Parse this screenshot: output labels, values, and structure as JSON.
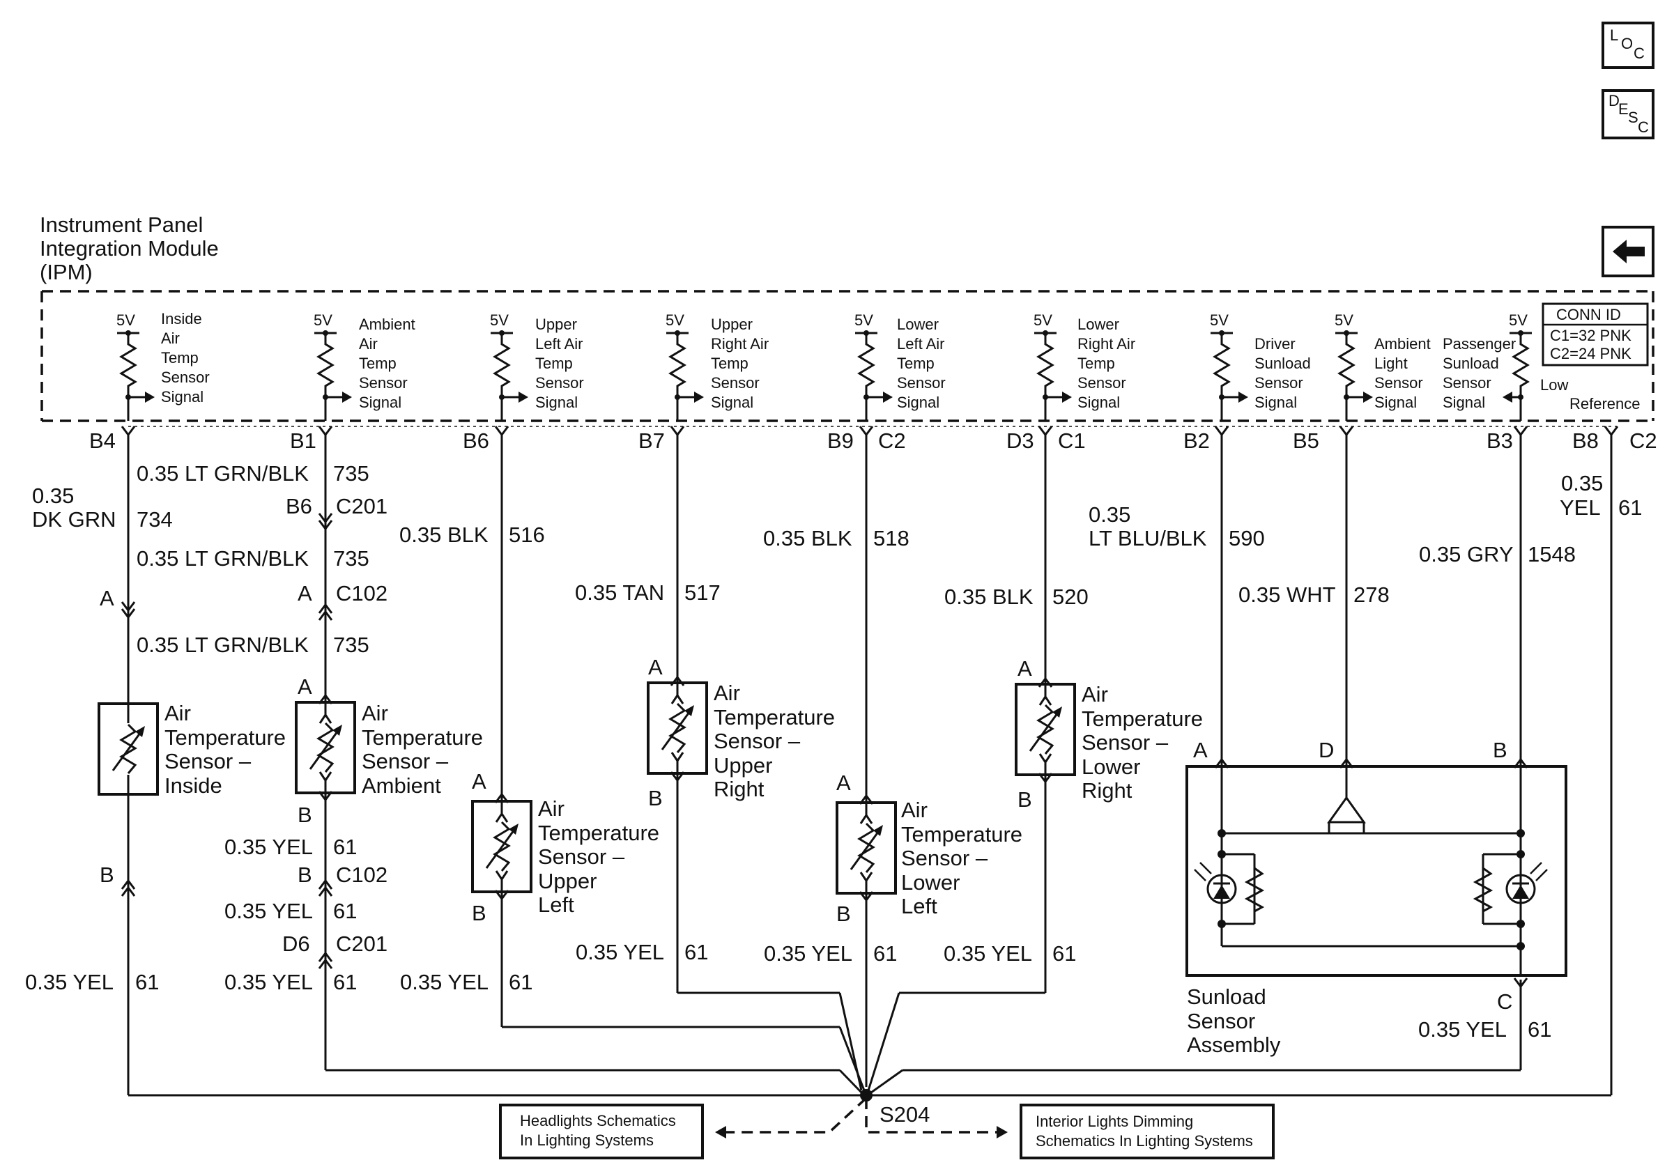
{
  "module": {
    "title_lines": [
      "Instrument Panel",
      "Integration Module",
      "(IPM)"
    ],
    "conn_id": {
      "title": "CONN ID",
      "c1": "C1=32 PNK",
      "c2": "C2=24 PNK"
    },
    "low_reference": [
      "Low",
      "Reference"
    ],
    "supply_label": "5V"
  },
  "nav_icons": {
    "loc": "LOC",
    "desc": "DESC",
    "back": "back-arrow-icon"
  },
  "internal_signals": [
    [
      "Inside",
      "Air",
      "Temp",
      "Sensor",
      "Signal"
    ],
    [
      "Ambient",
      "Air",
      "Temp",
      "Sensor",
      "Signal"
    ],
    [
      "Upper",
      "Left Air",
      "Temp",
      "Sensor",
      "Signal"
    ],
    [
      "Upper",
      "Right Air",
      "Temp",
      "Sensor",
      "Signal"
    ],
    [
      "Lower",
      "Left Air",
      "Temp",
      "Sensor",
      "Signal"
    ],
    [
      "Lower",
      "Right Air",
      "Temp",
      "Sensor",
      "Signal"
    ],
    [
      "Driver",
      "Sunload",
      "Sensor",
      "Signal"
    ],
    [
      "Ambient",
      "Light",
      "Sensor",
      "Signal"
    ],
    [
      "Passenger",
      "Sunload",
      "Sensor",
      "Signal"
    ]
  ],
  "pins": [
    "B4",
    "B1",
    "B6",
    "B7",
    "B9",
    "C2",
    "D3",
    "C1",
    "B2",
    "B5",
    "B3",
    "B8",
    "C2"
  ],
  "wires": [
    {
      "gauge": "0.35",
      "color": "DK GRN",
      "circuit": "734"
    },
    {
      "gauge": "0.35 LT GRN/BLK",
      "circuit": "735"
    },
    {
      "gauge": "0.35 LT GRN/BLK",
      "circuit": "735"
    },
    {
      "gauge": "0.35 LT GRN/BLK",
      "circuit": "735"
    },
    {
      "gauge": "0.35 BLK",
      "circuit": "516"
    },
    {
      "gauge": "0.35 TAN",
      "circuit": "517"
    },
    {
      "gauge": "0.35 BLK",
      "circuit": "518"
    },
    {
      "gauge": "0.35 BLK",
      "circuit": "520"
    },
    {
      "gauge": "0.35",
      "color": "LT BLU/BLK",
      "circuit": "590"
    },
    {
      "gauge": "0.35 WHT",
      "circuit": "278"
    },
    {
      "gauge": "0.35 GRY",
      "circuit": "1548"
    },
    {
      "gauge": "0.35",
      "color": "YEL",
      "circuit": "61"
    },
    {
      "gauge": "0.35 YEL",
      "circuit": "61"
    }
  ],
  "connectors": {
    "c201": "C201",
    "c102": "C102",
    "b6": "B6",
    "a": "A",
    "b": "B",
    "c": "C",
    "d": "D",
    "d6": "D6"
  },
  "sensors": [
    [
      "Air",
      "Temperature",
      "Sensor –",
      "Inside"
    ],
    [
      "Air",
      "Temperature",
      "Sensor –",
      "Ambient"
    ],
    [
      "Air",
      "Temperature",
      "Sensor –",
      "Upper",
      "Left"
    ],
    [
      "Air",
      "Temperature",
      "Sensor –",
      "Upper",
      "Right"
    ],
    [
      "Air",
      "Temperature",
      "Sensor –",
      "Lower",
      "Left"
    ],
    [
      "Air",
      "Temperature",
      "Sensor –",
      "Lower",
      "Right"
    ]
  ],
  "sunload": [
    "Sunload",
    "Sensor",
    "Assembly"
  ],
  "splice": "S204",
  "references": {
    "headlights": [
      "Headlights Schematics",
      "In Lighting Systems"
    ],
    "interior": [
      "Interior Lights Dimming",
      "Schematics In Lighting Systems"
    ]
  }
}
